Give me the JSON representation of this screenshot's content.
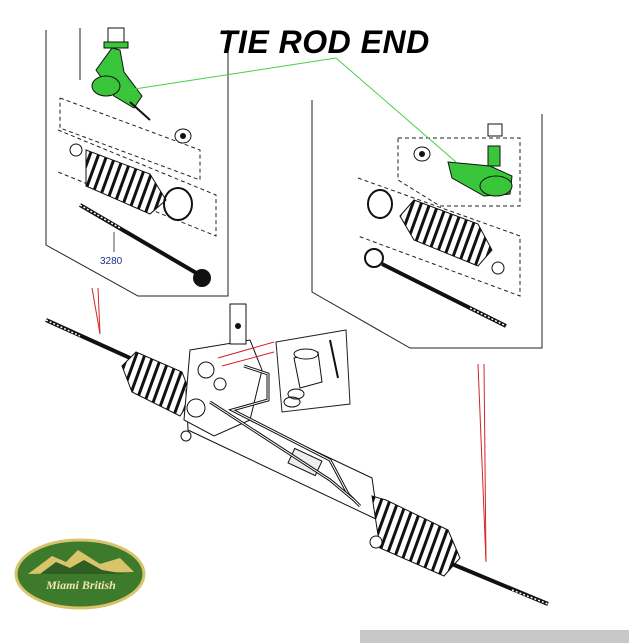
{
  "title": "TIE ROD END",
  "part_number": "3280",
  "logo": {
    "text": "Miami British"
  },
  "colors": {
    "highlight": "#39c63a",
    "callout_line": "#44d044",
    "leader_red": "#d42424",
    "line_art": "#111111",
    "logo_green": "#3d7a2b",
    "logo_gold": "#d9c46c"
  }
}
